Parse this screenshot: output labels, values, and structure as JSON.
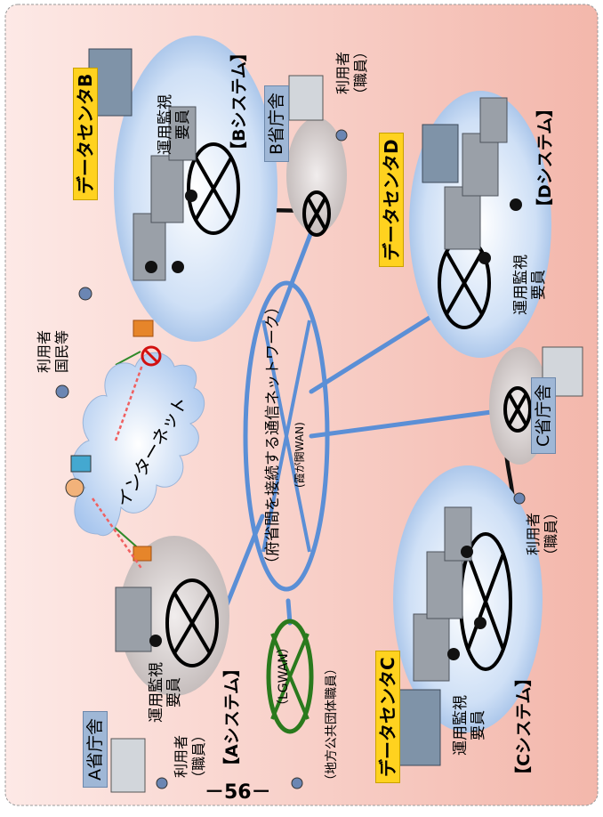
{
  "diagram": {
    "center_network": {
      "label": "（府省間を接続する通信ネットワーク）",
      "sublabel": "(霞が関WAN)"
    },
    "lgwan": {
      "label": "（LGWAN）",
      "caption": "（地方公共団体職員）"
    },
    "internet": {
      "label": "インターネット"
    },
    "public_users": {
      "label": "利用者\n国民等"
    },
    "systems": [
      {
        "id": "A",
        "system": "【Aシステム】",
        "office": "A省庁舎",
        "ops": "運用監視\n要員",
        "users": "利用者\n（職員）"
      },
      {
        "id": "B",
        "system": "【Bシステム】",
        "office": "B省庁舎",
        "ops": "運用監視\n要員",
        "users": "利用者\n（職員）",
        "datacenter": "データセンタB"
      },
      {
        "id": "C",
        "system": "【Cシステム】",
        "office": "C省庁舎",
        "ops": "運用監視\n要員",
        "users": "利用者\n（職員）",
        "datacenter": "データセンタC"
      },
      {
        "id": "D",
        "system": "【Dシステム】",
        "ops": "運用監視\n要員",
        "datacenter": "データセンタD"
      }
    ],
    "colors": {
      "blue_link": "#5b8fd6",
      "green_link": "#2f8a2a",
      "black_link": "#111111",
      "datacenter_bg": "#ffd21f",
      "office_bg": "#9fb7d6",
      "cloud": "#c9dcf5"
    }
  },
  "page_number": "－56－"
}
